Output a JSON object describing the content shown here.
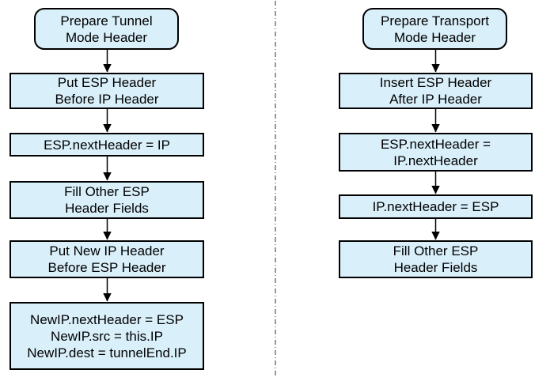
{
  "diagram": {
    "colors": {
      "box_fill": "#D9EFFA",
      "box_border": "#000000",
      "connector": "#000000",
      "divider": "#757575",
      "background": "#FFFFFF"
    },
    "left_flow": {
      "nodes": [
        {
          "type": "terminator",
          "lines": [
            "Prepare Tunnel",
            "Mode Header"
          ]
        },
        {
          "type": "process",
          "lines": [
            "Put ESP Header",
            "Before IP Header"
          ]
        },
        {
          "type": "process",
          "lines": [
            "ESP.nextHeader = IP"
          ]
        },
        {
          "type": "process",
          "lines": [
            "Fill Other ESP",
            "Header Fields"
          ]
        },
        {
          "type": "process",
          "lines": [
            "Put New IP Header",
            "Before ESP Header"
          ]
        },
        {
          "type": "process",
          "lines": [
            "NewIP.nextHeader = ESP",
            "NewIP.src = this.IP",
            "NewIP.dest = tunnelEnd.IP"
          ]
        }
      ]
    },
    "right_flow": {
      "nodes": [
        {
          "type": "terminator",
          "lines": [
            "Prepare Transport",
            "Mode Header"
          ]
        },
        {
          "type": "process",
          "lines": [
            "Insert ESP Header",
            "After IP Header"
          ]
        },
        {
          "type": "process",
          "lines": [
            "ESP.nextHeader =",
            "IP.nextHeader"
          ]
        },
        {
          "type": "process",
          "lines": [
            "IP.nextHeader = ESP"
          ]
        },
        {
          "type": "process",
          "lines": [
            "Fill Other ESP",
            "Header Fields"
          ]
        }
      ]
    }
  }
}
